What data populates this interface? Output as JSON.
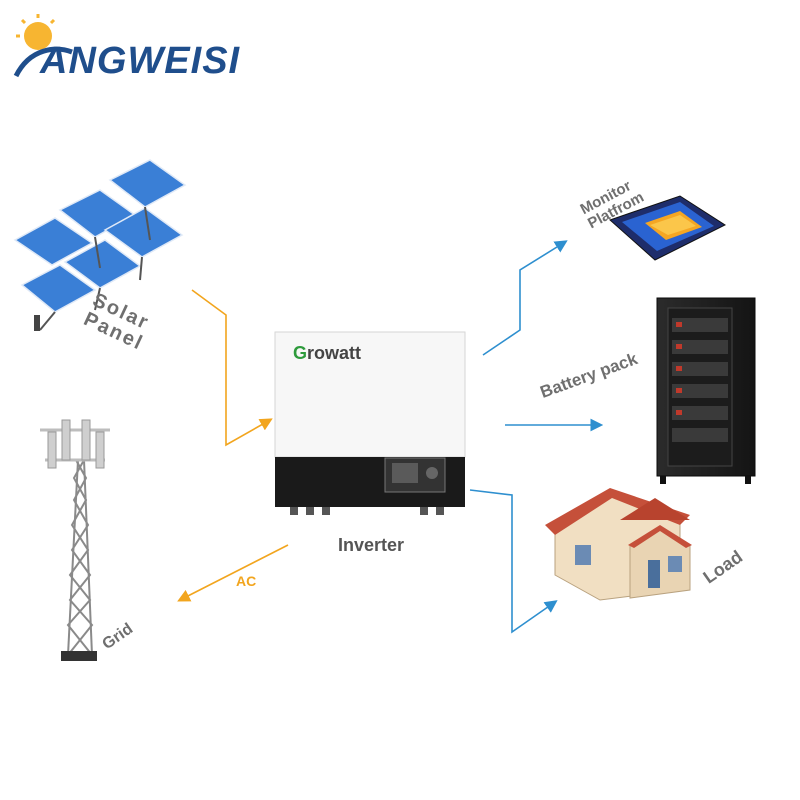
{
  "brand": {
    "logo_text": "ANGWEISI",
    "logo_lead_letter_icon": "sun-swoosh-logo-icon",
    "colors": {
      "blue": "#1f4e8c",
      "orange": "#f19a1b"
    }
  },
  "inverter": {
    "brand_text": "rowatt",
    "brand_initial": "G",
    "label": "Inverter"
  },
  "nodes": {
    "solar": {
      "label": "Solar\nPanel"
    },
    "monitor": {
      "label": "Monitor\nPlatfrom"
    },
    "battery": {
      "label": "Battery pack"
    },
    "load": {
      "label": "Load"
    },
    "grid": {
      "label": "Grid"
    }
  },
  "edges": {
    "ac_label": "AC",
    "colors": {
      "dc": "#f2a51e",
      "ac": "#f2a51e",
      "data": "#2e8fcf"
    }
  }
}
